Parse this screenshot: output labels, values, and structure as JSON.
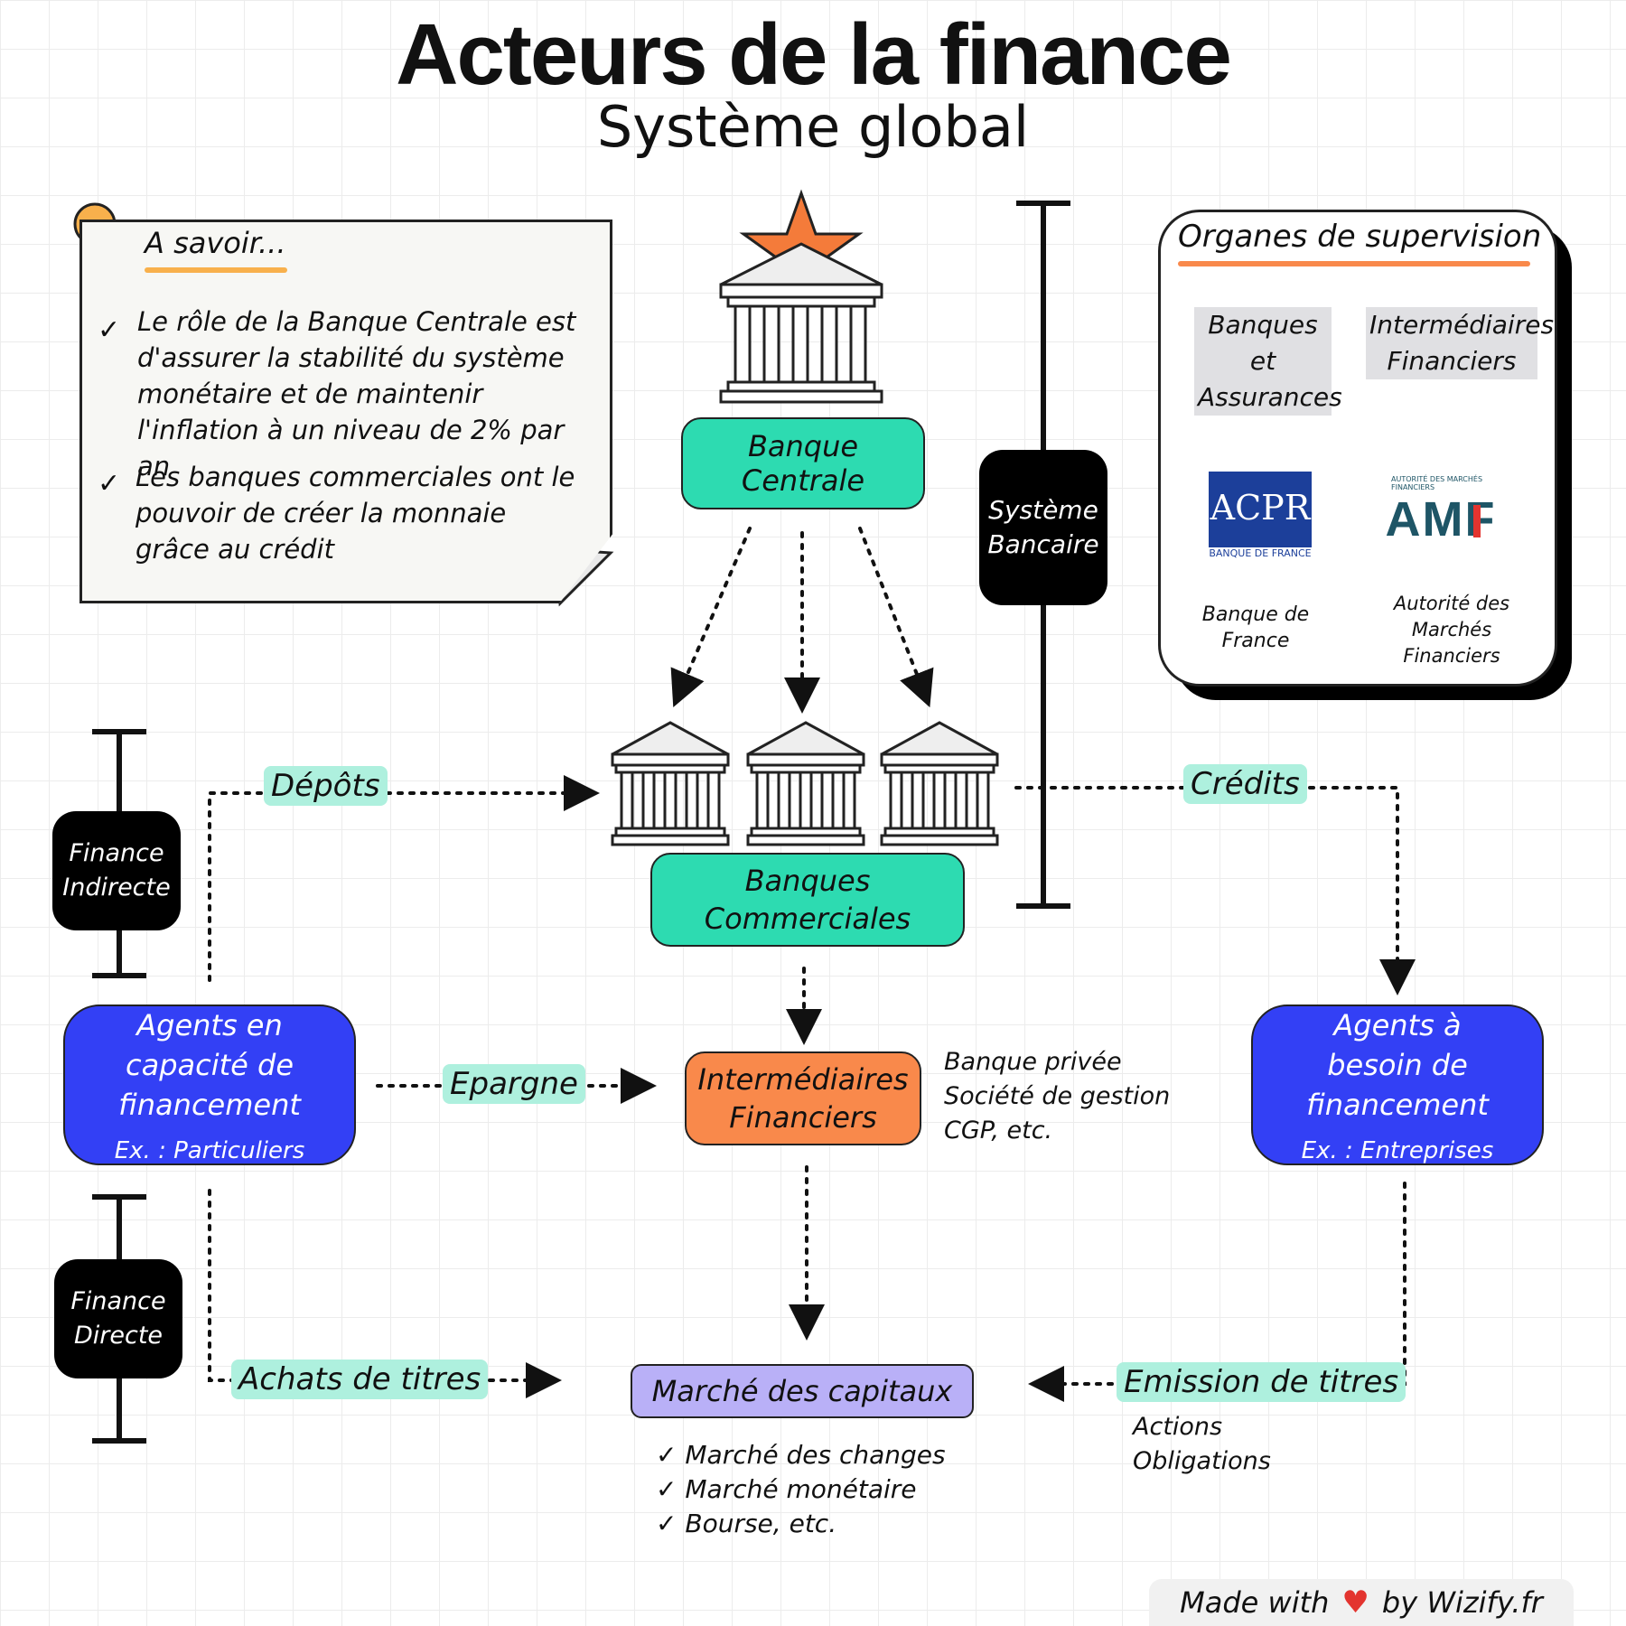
{
  "title": "Acteurs de la finance",
  "subtitle": "Système global",
  "note": {
    "heading": "A savoir...",
    "items": [
      "Le rôle de la Banque Centrale est d'assurer la stabilité du système monétaire et de maintenir l'inflation à un niveau de 2% par an",
      "Les banques commerciales ont le pouvoir de créer la monnaie grâce au crédit"
    ]
  },
  "supervision": {
    "heading": "Organes de supervision",
    "col1_label": "Banques et Assurances",
    "col2_label": "Intermédiaires Financiers",
    "acpr_logo": "ACPR",
    "acpr_logo_sub": "BANQUE DE FRANCE",
    "acpr_caption": "Banque de France",
    "amf_logo_small": "AUTORITÉ DES MARCHÉS FINANCIERS",
    "amf_logo": "AMF",
    "amf_caption": "Autorité des Marchés Financiers"
  },
  "nodes": {
    "banque_centrale": "Banque Centrale",
    "systeme_bancaire": "Système Bancaire",
    "banques_commerciales": "Banques Commerciales",
    "finance_indirecte": "Finance Indirecte",
    "finance_directe": "Finance Directe",
    "agents_capacite": "Agents en capacité de financement",
    "agents_capacite_ex": "Ex. : Particuliers",
    "agents_besoin": "Agents à besoin de financement",
    "agents_besoin_ex": "Ex. : Entreprises",
    "intermediaires": "Intermédiaires Financiers",
    "intermediaires_ex": [
      "Banque privée",
      "Société de gestion",
      "CGP, etc."
    ],
    "marche": "Marché des capitaux",
    "marche_items": [
      "Marché des changes",
      "Marché monétaire",
      "Bourse, etc."
    ]
  },
  "flows": {
    "depots": "Dépôts",
    "credits": "Crédits",
    "epargne": "Epargne",
    "achats": "Achats de titres",
    "emission": "Emission de titres",
    "emission_items": [
      "Actions",
      "Obligations"
    ]
  },
  "footer": {
    "made_with": "Made with",
    "by": "by Wizify.fr"
  },
  "colors": {
    "green": "#2ddbb1",
    "blue": "#3340f5",
    "orange": "#f9894b",
    "purple": "#b9b0f7",
    "mint": "#aef0de",
    "star": "#f47b3a",
    "acpr_blue": "#1c3f9a",
    "amf_teal": "#1e5566",
    "amf_red": "#e3342f"
  }
}
